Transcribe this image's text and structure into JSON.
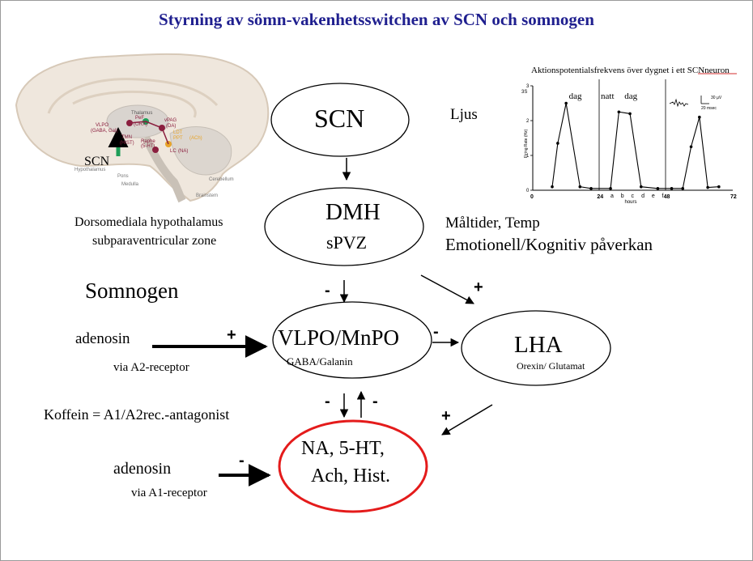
{
  "title": "Styrning av sömn-vakenhetsswitchen av SCN och somnogen",
  "nodes": {
    "scn": "SCN",
    "dmh": "DMH",
    "spvz": "sPVZ",
    "vlpo": "VLPO/MnPO",
    "vlpo_sub": "GABA/Galanin",
    "lha": "LHA",
    "lha_sub": "Orexin/ Glutamat",
    "na1": "NA, 5-HT,",
    "na2": "Ach, Hist."
  },
  "labels": {
    "ljus": "Ljus",
    "dm1": "Dorsomediala hypothalamus",
    "dm2": "subparaventricular zone",
    "maltider": "Måltider, Temp",
    "emo": "Emotionell/Kognitiv påverkan",
    "somnogen": "Somnogen",
    "adenosin1": "adenosin",
    "via_a2": "via A2-receptor",
    "koffein": "Koffein = A1/A2rec.-antagonist",
    "adenosin2": "adenosin",
    "via_a1": "via A1-receptor"
  },
  "signs": {
    "dmh_vlpo": "-",
    "dmh_lha": "+",
    "aden_a2": "+",
    "vlpo_lha": "-",
    "vlpo_na": "-",
    "na_vlpo": "-",
    "lha_na": "+",
    "aden_a1": "-"
  },
  "brain": {
    "scn_label": "SCN",
    "structures": [
      "Thalamus",
      "Hypothalamus",
      "Pons",
      "Medulla",
      "Cerebellum",
      "Brainstem",
      "VLPO",
      "(GABA, Gal)",
      "PeF",
      "(ORX)",
      "TMN",
      "(HIST)",
      "Raphe",
      "(5-HT)",
      "vPAG",
      "(DA)",
      "LDT",
      "PPT",
      "(ACh)",
      "LC",
      "(NA)"
    ]
  },
  "chart_data": {
    "type": "line",
    "title": "Aktionspotentialsfrekvens över dygnet i ett SCNneuron",
    "xlabel": "hours",
    "ylabel": "Firing Rate (Hz)",
    "xlim": [
      0,
      72
    ],
    "ylim": [
      0,
      3
    ],
    "x_ticks": [
      "0",
      "24",
      "48",
      "72"
    ],
    "y_ticks": [
      "0",
      "1",
      "2",
      "3"
    ],
    "annotations": [
      "dag",
      "natt",
      "dag"
    ],
    "phase_letters": [
      "a",
      "b",
      "c",
      "d",
      "e",
      "f"
    ],
    "inset_labels": [
      "30 µV",
      "20 msec"
    ],
    "series": [
      {
        "x": [
          7,
          9,
          12,
          17,
          21,
          28,
          31,
          35,
          39,
          45,
          50,
          54,
          57,
          60,
          63,
          67
        ],
        "y": [
          0.1,
          1.35,
          2.5,
          0.1,
          0.05,
          0.05,
          2.25,
          2.2,
          0.1,
          0.05,
          0.05,
          0.05,
          1.25,
          2.1,
          0.08,
          0.1
        ]
      }
    ]
  }
}
